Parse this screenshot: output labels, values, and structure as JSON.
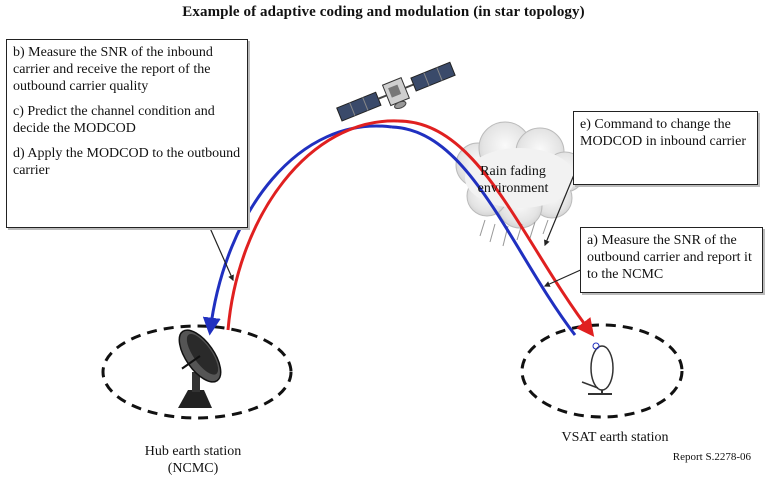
{
  "title": "Example of adaptive coding and modulation (in star topology)",
  "left_box": {
    "step_b": "b) Measure the SNR of the inbound carrier and receive the report of the outbound carrier  quality",
    "step_c": "c) Predict the channel condition and decide the MODCOD",
    "step_d": "d) Apply the MODCOD to the outbound carrier"
  },
  "step_e": "e) Command to change the MODCOD in inbound carrier",
  "step_a": "a) Measure the SNR of the outbound carrier and report it to the NCMC",
  "cloud_label": "Rain fading environment",
  "hub_station_label": "Hub earth station (NCMC)",
  "vsat_station_label": "VSAT earth station",
  "report_id": "Report S.2278-06",
  "colors": {
    "outbound": "#e02020",
    "inbound": "#2030c0"
  }
}
